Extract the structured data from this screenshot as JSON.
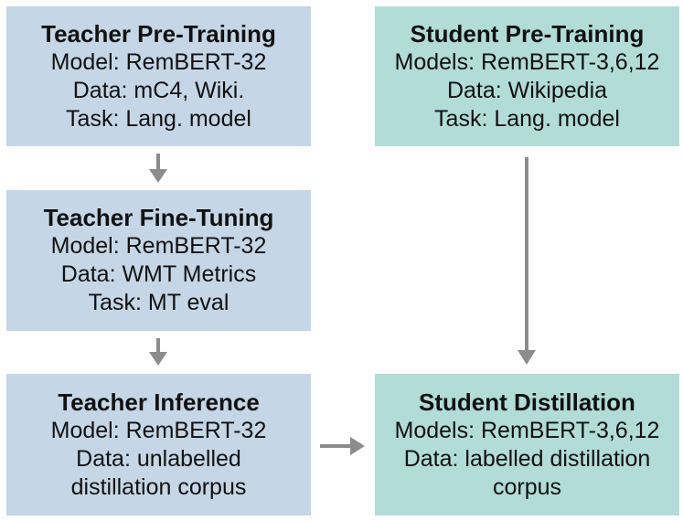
{
  "colors": {
    "teacher_fill": "#c5d6e6",
    "student_fill": "#b2dcd7",
    "arrow": "#8c8c8c"
  },
  "boxes": {
    "teacher_pretraining": {
      "title": "Teacher Pre-Training",
      "lines": [
        "Model: RemBERT-32",
        "Data: mC4, Wiki.",
        "Task: Lang. model"
      ]
    },
    "student_pretraining": {
      "title": "Student Pre-Training",
      "lines": [
        "Models: RemBERT-3,6,12",
        "Data: Wikipedia",
        "Task: Lang. model"
      ]
    },
    "teacher_finetuning": {
      "title": "Teacher Fine-Tuning",
      "lines": [
        "Model: RemBERT-32",
        "Data: WMT Metrics",
        "Task: MT eval"
      ]
    },
    "teacher_inference": {
      "title": "Teacher Inference",
      "lines": [
        "Model: RemBERT-32",
        "Data: unlabelled",
        "distillation corpus"
      ]
    },
    "student_distillation": {
      "title": "Student Distillation",
      "lines": [
        "Models: RemBERT-3,6,12",
        "Data: labelled distillation",
        "corpus"
      ]
    }
  }
}
